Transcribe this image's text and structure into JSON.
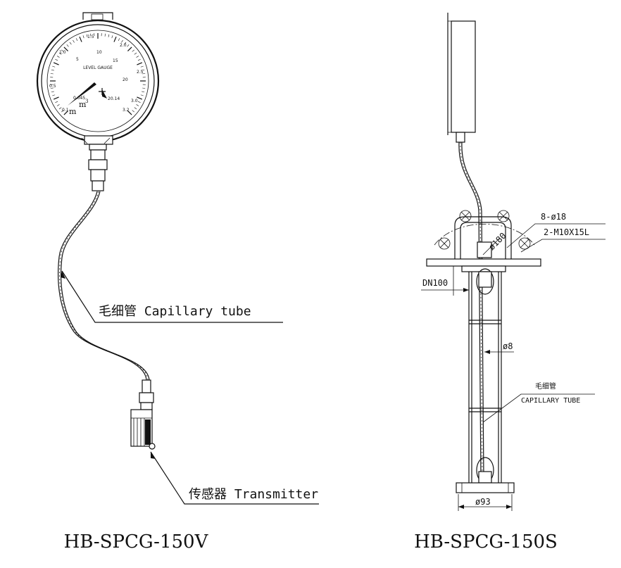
{
  "left_view": {
    "model": "HB-SPCG-150V",
    "gauge": {
      "title": "LEVEL GAUGE",
      "unit": "m",
      "unit_exp": "3",
      "outer_ticks": [
        "0.1",
        "0.5",
        "1.0",
        "1.5",
        "2.0",
        "2.5",
        "3.0",
        "3.2"
      ],
      "inner_ticks": [
        "0.045",
        "5",
        "10",
        "15",
        "20",
        "20.14"
      ],
      "pointer_symbol": "m"
    },
    "capillary_label": "毛细管 Capillary tube",
    "transmitter_label": "传感器 Transmitter"
  },
  "right_view": {
    "model": "HB-SPCG-150S",
    "dimensions": {
      "holes": "8-ø18",
      "thread": "2-M10X15L",
      "pcd": "ø180",
      "flange": "DN100",
      "rod": "ø8",
      "bottom": "ø93"
    },
    "capillary_cn": "毛细管",
    "capillary_en": "CAPILLARY TUBE"
  }
}
